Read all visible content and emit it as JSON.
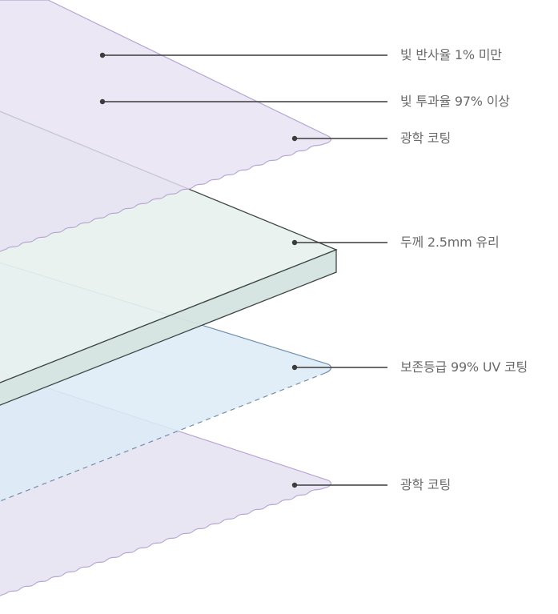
{
  "labels": {
    "reflectance": "빛 반사율 1% 미만",
    "transmittance": "빛 투과율 97% 이상",
    "optical_coating_top": "광학 코팅",
    "glass": "두께 2.5mm 유리",
    "uv_coating": "보존등급 99% UV 코팅",
    "optical_coating_bottom": "광학 코팅"
  },
  "colors": {
    "coating_fill": "#e9e6f3",
    "coating_edge": "#b9a5d5",
    "glass_top": "#e8f1ee",
    "glass_side": "#d5e4e0",
    "glass_edge": "#3c4744",
    "uv_fill": "#dcebf6",
    "uv_edge": "#6f8fad",
    "leader_line": "#3c3c3c",
    "label_text": "#6a6a6a"
  }
}
